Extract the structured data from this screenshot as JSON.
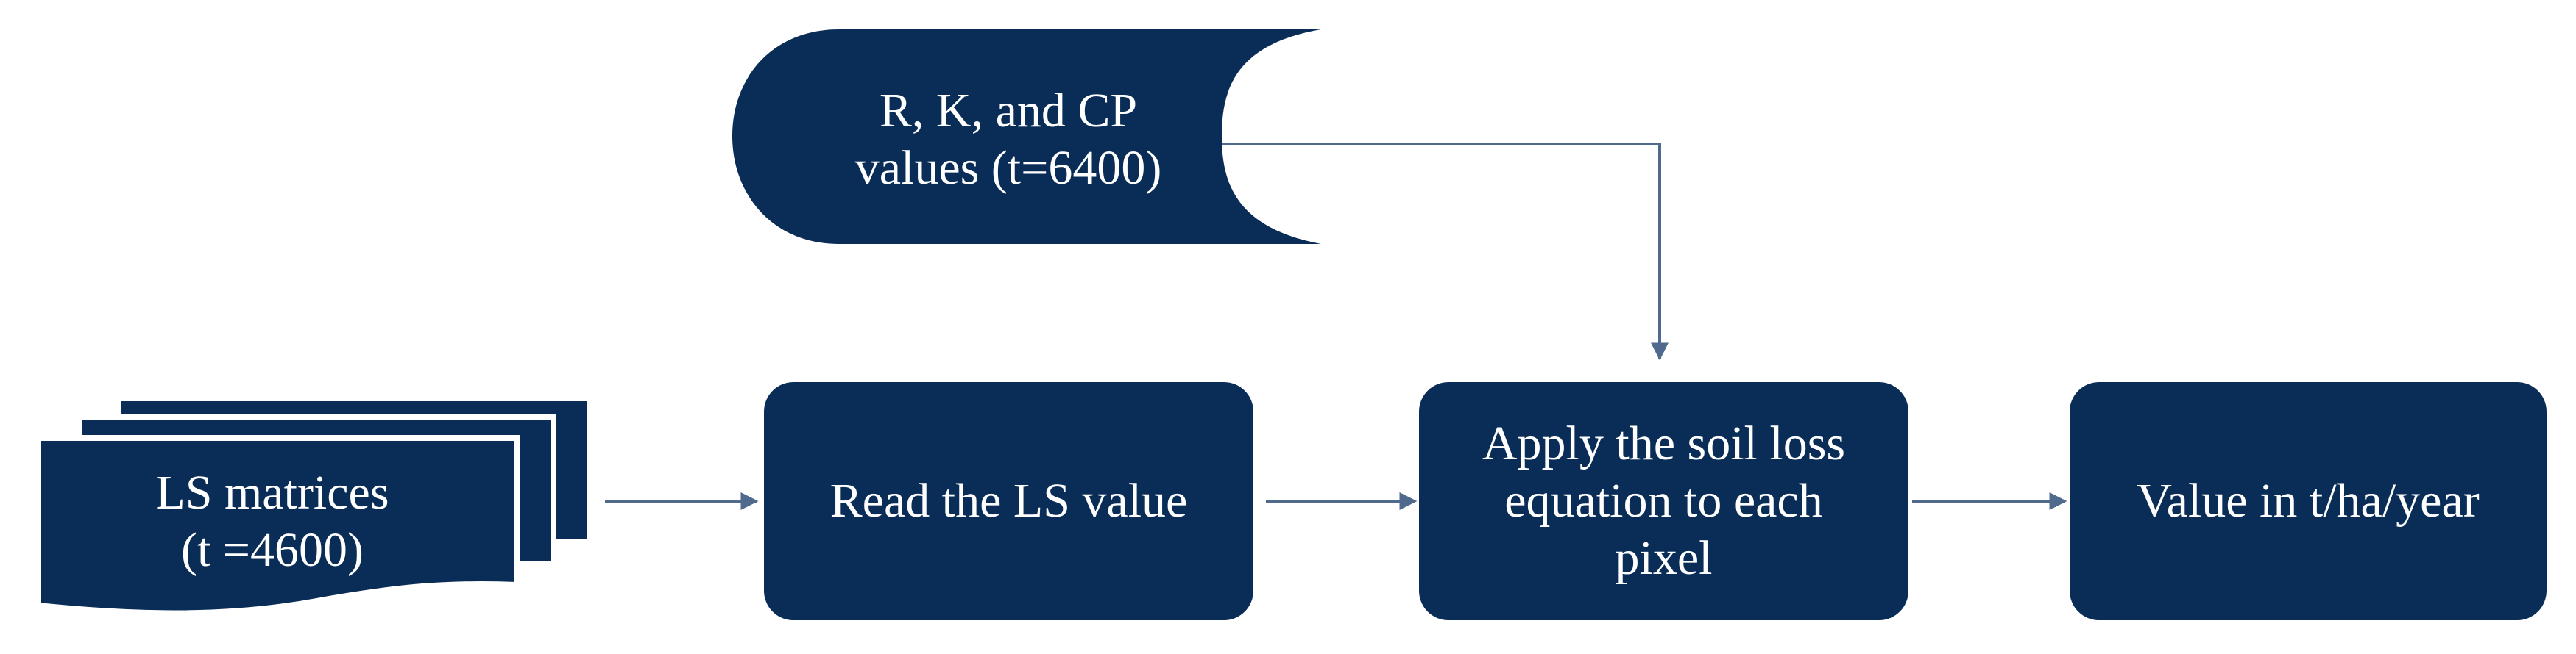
{
  "colors": {
    "node_fill": "#0a2d57",
    "edge": "#4f6a8c",
    "page_background": "#ffffff",
    "text": "#ffffff"
  },
  "nodes": {
    "inputs": {
      "lines": [
        "R, K, and CP",
        "values (t=6400)"
      ],
      "shape": "stored-data"
    },
    "matrices": {
      "lines": [
        "LS matrices",
        "(t =4600)"
      ],
      "shape": "multi-document"
    },
    "read": {
      "label": "Read the LS value",
      "shape": "rounded-rectangle"
    },
    "apply": {
      "lines": [
        "Apply the soil loss",
        "equation to each",
        "pixel"
      ],
      "shape": "rounded-rectangle"
    },
    "result": {
      "label": "Value in t/ha/year",
      "shape": "rounded-rectangle"
    }
  },
  "edges": [
    {
      "from": "inputs",
      "to": "apply"
    },
    {
      "from": "matrices",
      "to": "read"
    },
    {
      "from": "read",
      "to": "apply"
    },
    {
      "from": "apply",
      "to": "result"
    }
  ]
}
